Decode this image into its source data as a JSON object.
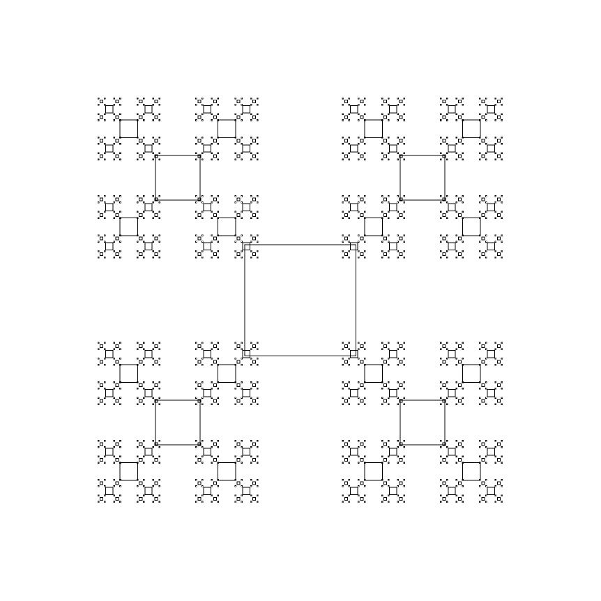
{
  "figure": {
    "kind": "box-fractal-squares",
    "recursion_depth": 6,
    "branches_per_square": 4,
    "stroke_color": "#000000",
    "background_color": "#ffffff"
  }
}
